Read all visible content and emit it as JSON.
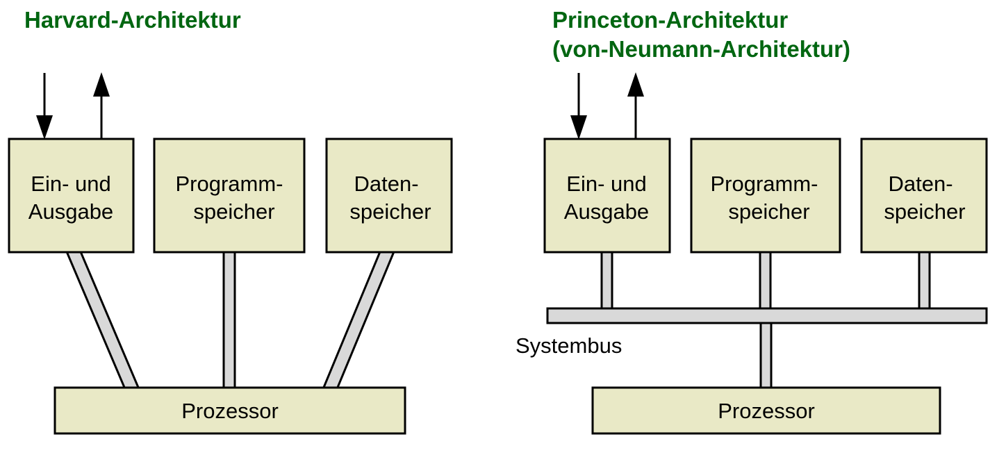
{
  "diagram": {
    "background_color": "#ffffff",
    "title_color": "#006611",
    "box_fill_color": "#e9e9c6",
    "connector_fill_color": "#d9d9d9",
    "stroke_color": "#000000"
  },
  "left": {
    "title": "Harvard-Architektur",
    "title_line2": "",
    "boxes": [
      {
        "line1": "Ein- und",
        "line2": "Ausgabe"
      },
      {
        "line1": "Programm-",
        "line2": "speicher"
      },
      {
        "line1": "Daten-",
        "line2": "speicher"
      }
    ],
    "processor": "Prozessor",
    "io_arrows": {
      "in_icon": "arrow-down-icon",
      "out_icon": "arrow-up-icon"
    }
  },
  "right": {
    "title": "Princeton-Architektur",
    "title_line2": "(von-Neumann-Architektur)",
    "boxes": [
      {
        "line1": "Ein- und",
        "line2": "Ausgabe"
      },
      {
        "line1": "Programm-",
        "line2": "speicher"
      },
      {
        "line1": "Daten-",
        "line2": "speicher"
      }
    ],
    "bus_label": "Systembus",
    "processor": "Prozessor",
    "io_arrows": {
      "in_icon": "arrow-down-icon",
      "out_icon": "arrow-up-icon"
    }
  }
}
